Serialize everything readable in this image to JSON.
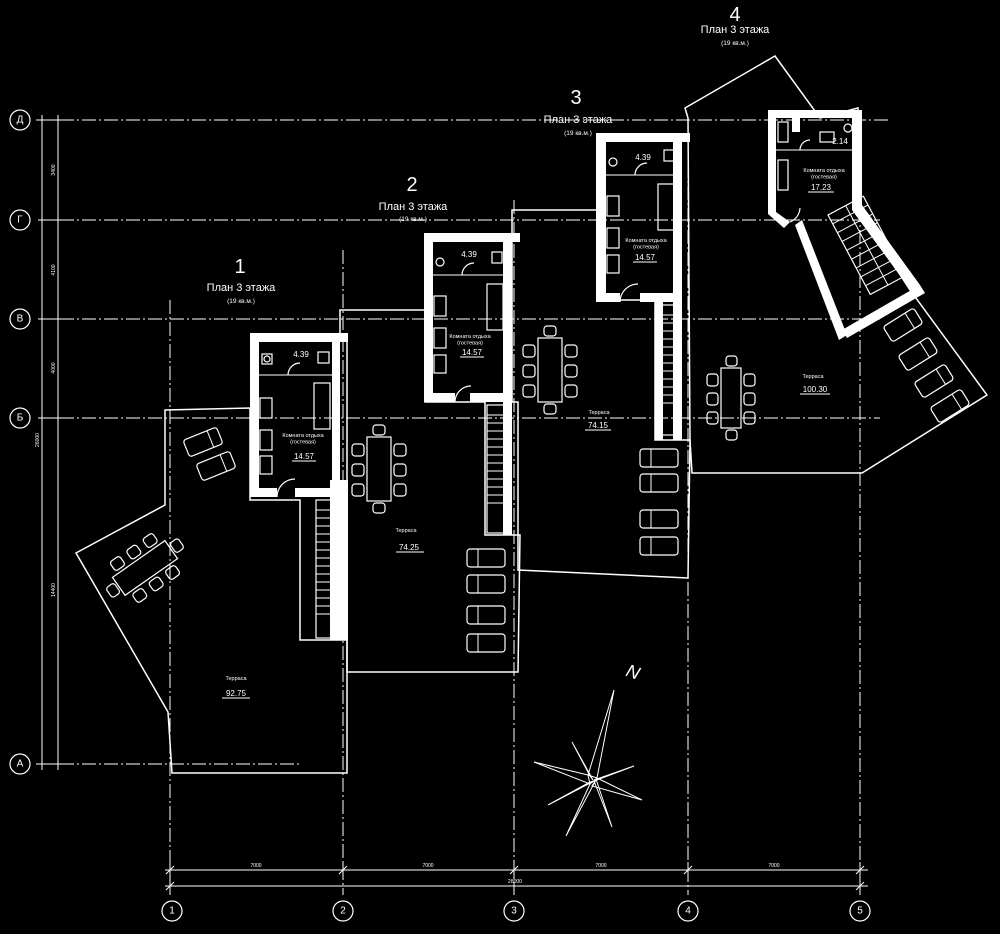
{
  "axes": {
    "letters": [
      "Д",
      "Г",
      "В",
      "Б",
      "А"
    ],
    "numbers": [
      "1",
      "2",
      "3",
      "4",
      "5"
    ]
  },
  "units": [
    {
      "num": "1",
      "title": "План 3 этажа",
      "sub": "(19 кв.м.)",
      "bath": "4.39",
      "room": "Комната отдыха\n(гостевая)",
      "room_area": "14.57",
      "terrace": "Терраса",
      "terrace_area": "92.75"
    },
    {
      "num": "2",
      "title": "План 3 этажа",
      "sub": "(19 кв.м.)",
      "bath": "4.39",
      "room": "Комната отдыха\n(гостевая)",
      "room_area": "14.57",
      "terrace": "Терраса",
      "terrace_area": "74.25"
    },
    {
      "num": "3",
      "title": "План 3 этажа",
      "sub": "(19 кв.м.)",
      "bath": "4.39",
      "room": "Комната отдыха\n(гостевая)",
      "room_area": "14.57",
      "terrace": "Терраса",
      "terrace_area": "74.15"
    },
    {
      "num": "4",
      "title": "План 3 этажа",
      "sub": "(19 кв.м.)",
      "bath": "2.14",
      "room": "Комната отдыха\n(гостевая)",
      "room_area": "17.23",
      "terrace": "Терраса",
      "terrace_area": "100.30"
    }
  ],
  "dimensions": {
    "horizontal": [
      "7000",
      "7000",
      "7000",
      "7000"
    ],
    "horizontal_total": "28000",
    "vertical": [
      "3400",
      "4100",
      "4000",
      "14400"
    ],
    "vertical_total": "26000"
  },
  "north": "N"
}
